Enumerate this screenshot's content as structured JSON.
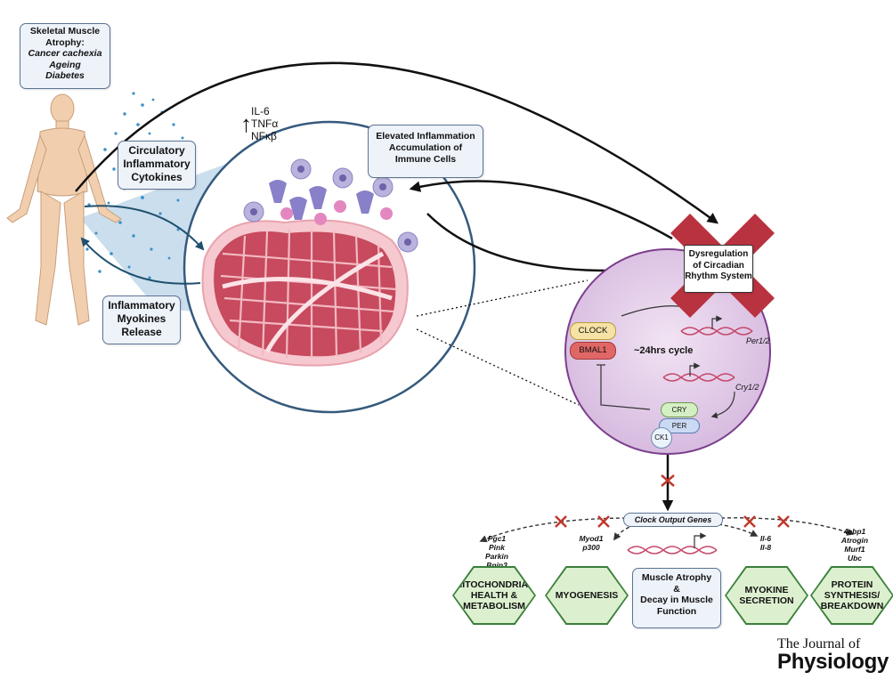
{
  "atrophy_box": {
    "title_lines": [
      "Skeletal Muscle",
      "Atrophy:"
    ],
    "conditions": [
      "Cancer cachexia",
      "Ageing",
      "Diabetes"
    ]
  },
  "circulatory_box": {
    "lines": [
      "Circulatory",
      "Inflammatory",
      "Cytokines"
    ]
  },
  "myokines_box": {
    "lines": [
      "Inflammatory",
      "Myokines",
      "Release"
    ]
  },
  "cytokine_list": {
    "arrow": "↑",
    "items": [
      "IL-6",
      "TNFα",
      "NFκβ"
    ]
  },
  "inflammation_box": {
    "lines": [
      "Elevated Inflammation",
      "Accumulation of",
      "Immune Cells"
    ]
  },
  "dysregulation_box": {
    "lines": [
      "Dysregulation",
      "of Circadian",
      "Rhythm System"
    ]
  },
  "clock_cell": {
    "clock": "CLOCK",
    "bmal1": "BMAL1",
    "cycle": "~24hrs cycle",
    "per_gene": "Per1/2",
    "cry_gene": "Cry1/2",
    "cry": "CRY",
    "per": "PER",
    "ck1": "CK1"
  },
  "output_label": "Clock Output Genes",
  "gene_groups": [
    {
      "genes": [
        "Pgc1",
        "Pink",
        "Parkin",
        "Bnip3"
      ]
    },
    {
      "genes": [
        "Myod1",
        "p300"
      ]
    },
    {
      "genes": [
        "Il-6",
        "Il-8"
      ]
    },
    {
      "genes": [
        "4ebp1",
        "Atrogin",
        "Murf1",
        "Ubc"
      ]
    }
  ],
  "outcomes": [
    {
      "lines": [
        "MITOCHONDRIAL",
        "HEALTH &",
        "METABOLISM"
      ]
    },
    {
      "lines": [
        "MYOGENESIS"
      ]
    },
    {
      "lines": [
        "MYOKINE",
        "SECRETION"
      ]
    },
    {
      "lines": [
        "PROTEIN",
        "SYNTHESIS/",
        "BREAKDOWN"
      ]
    }
  ],
  "center_outcome": {
    "lines": [
      "Muscle Atrophy",
      "&",
      "Decay in Muscle",
      "Function"
    ]
  },
  "journal": {
    "line1": "The Journal of",
    "line2": "Physiology"
  },
  "colors": {
    "box_border": "#5a7394",
    "box_fill": "#eef3fa",
    "muscle": "#c74a5e",
    "cell": "#e3cde8",
    "hex_fill": "#dcf0cf",
    "hex_border": "#3a7f3a",
    "red_x": "#b9323f"
  }
}
